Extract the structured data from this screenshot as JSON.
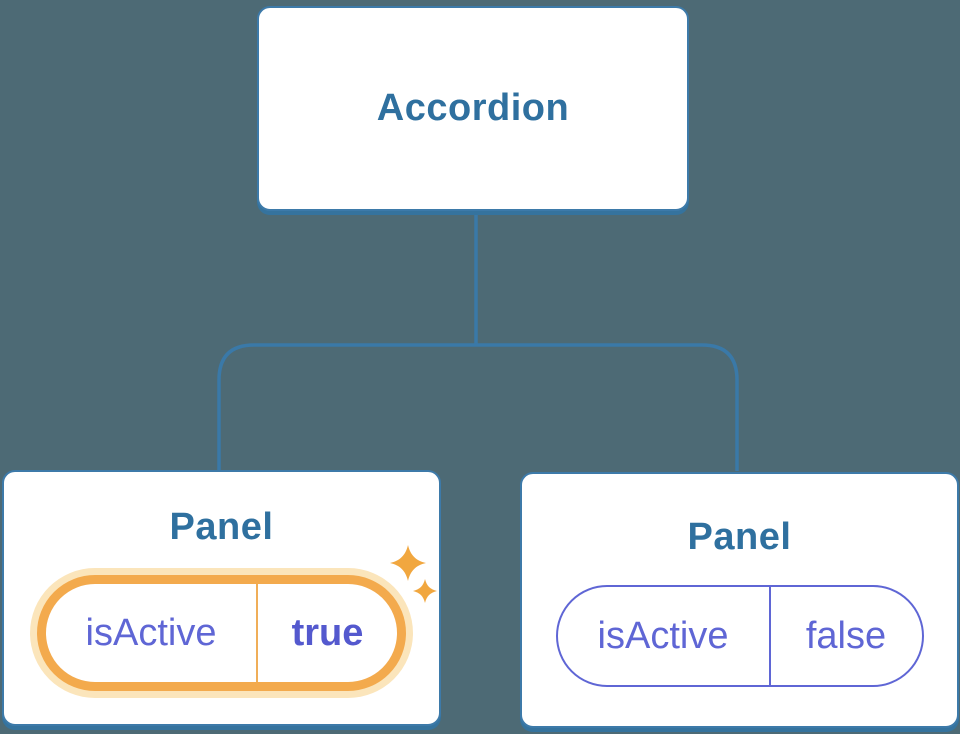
{
  "diagram": {
    "root": {
      "label": "Accordion"
    },
    "panels": [
      {
        "title": "Panel",
        "prop": "isActive",
        "value": "true",
        "state": "active",
        "highlight": "orange-glow-with-sparkles"
      },
      {
        "title": "Panel",
        "prop": "isActive",
        "value": "false",
        "state": "inactive",
        "highlight": "none"
      }
    ]
  },
  "icons": {
    "sparkle_big": "sparkle-icon",
    "sparkle_small": "sparkle-icon"
  },
  "colors": {
    "bg": "#4d6a75",
    "node_border": "#3d7aa9",
    "node_shadow": "#35739e",
    "edge": "#3a79a8",
    "title": "#2f709f",
    "purple": "#5f66d5",
    "purple_bold": "#5459ce",
    "orange_ring": "#f3aa4d",
    "orange_halo": "#fbe5bb",
    "orange_divider": "#f0ae58",
    "sparkle": "#f1a73f",
    "node_bg": "#ffffff"
  }
}
